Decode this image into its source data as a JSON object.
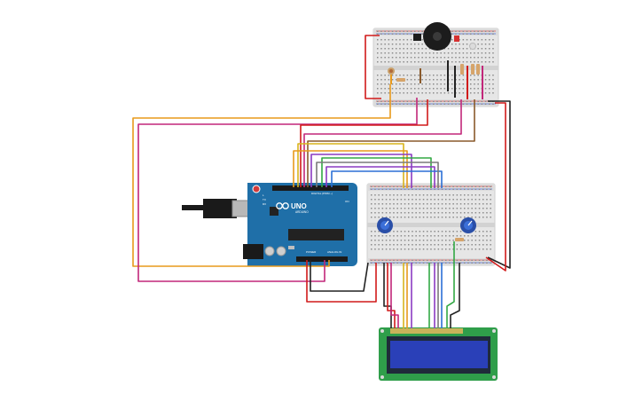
{
  "board": {
    "brand_label": "UNO",
    "model_label": "ARDUINO",
    "digital_label": "DIGITAL (PWM ~)",
    "power_label": "POWER",
    "analog_label": "ANALOG IN",
    "on_label": "ON",
    "tx_label": "TX",
    "rx_label": "RX",
    "l_label": "L"
  },
  "colors": {
    "wire_red": "#d11a1a",
    "wire_black": "#222222",
    "wire_orange": "#e89a1c",
    "wire_magenta": "#c2277a",
    "wire_yellow": "#d8b41c",
    "wire_green": "#32a844",
    "wire_blue": "#2b6fd6",
    "wire_purple": "#8a3ac2",
    "wire_brown": "#8a5a2b",
    "wire_gray": "#7a7a7a",
    "arduino_blue": "#1f6fa8",
    "lcd_green": "#2f9e4a",
    "lcd_screen": "#2a40b8",
    "breadboard": "#e8e8e8"
  }
}
